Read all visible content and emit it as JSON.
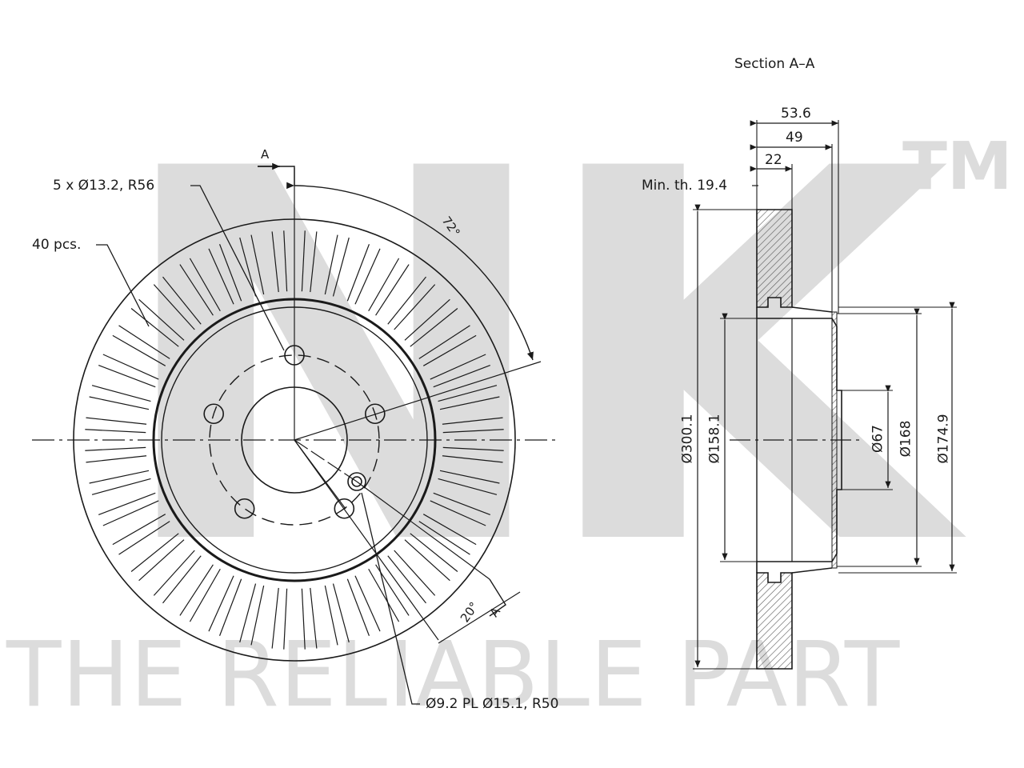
{
  "watermark": {
    "brand": "NK",
    "tm": "TM",
    "slogan": "THE RELIABLE PART",
    "color": "#dcdcdc"
  },
  "front_view": {
    "bolt_holes": "5 x Ø13.2, R56",
    "vanes": "40 pcs.",
    "section_marker": "A",
    "bolt_angle": "72°",
    "pin_angle": "20°",
    "pin_holes": "Ø9.2 PL Ø15.1, R50",
    "vane_count": 40,
    "bolt_count": 5
  },
  "section_view": {
    "title": "Section A–A",
    "min_thickness": "Min. th. 19.4",
    "width_total": "53.6",
    "width_hat": "49",
    "width_disc": "22",
    "dia_outer": "Ø300.1",
    "dia_inner_friction": "Ø158.1",
    "dia_center": "Ø67",
    "dia_hat": "Ø168",
    "dia_hat_outer": "Ø174.9"
  },
  "colors": {
    "line": "#1a1a1a",
    "hatch": "#555555"
  }
}
